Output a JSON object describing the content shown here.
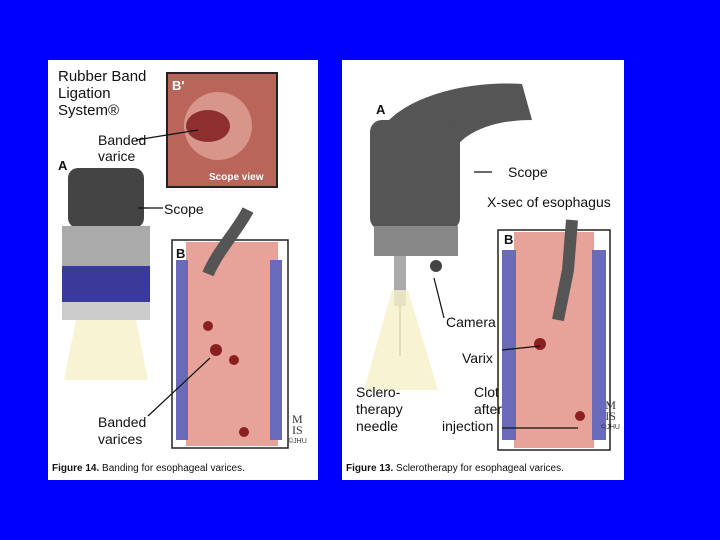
{
  "slide_background": "#0000ff",
  "left_figure": {
    "title_line1": "Rubber Band",
    "title_line2": "Ligation",
    "title_line3": "System®",
    "inset_letter": "B'",
    "inset_caption": "Scope view",
    "banded_varice_line1": "Banded",
    "banded_varice_line2": "varice",
    "letter_a": "A",
    "scope_label": "Scope",
    "letter_b": "B",
    "banded_varices_line1": "Banded",
    "banded_varices_line2": "varices",
    "logo_text": "M\nIS",
    "logo_credit": "©JHU",
    "caption_bold": "Figure 14.",
    "caption_text": " Banding for esophageal varices."
  },
  "right_figure": {
    "letter_a": "A",
    "scope_label": "Scope",
    "xsec_label": "X-sec of esophagus",
    "letter_b": "B",
    "camera_label": "Camera",
    "varix_label": "Varix",
    "needle_line1": "Sclero-",
    "needle_line2": "therapy",
    "needle_line3": "needle",
    "clot_line1": "Clot",
    "clot_line2": "after",
    "clot_line3": "injection",
    "logo_text": "M\nIS",
    "logo_credit": "©JHU",
    "caption_bold": "Figure 13.",
    "caption_text": " Sclerotherapy for esophageal varices."
  }
}
